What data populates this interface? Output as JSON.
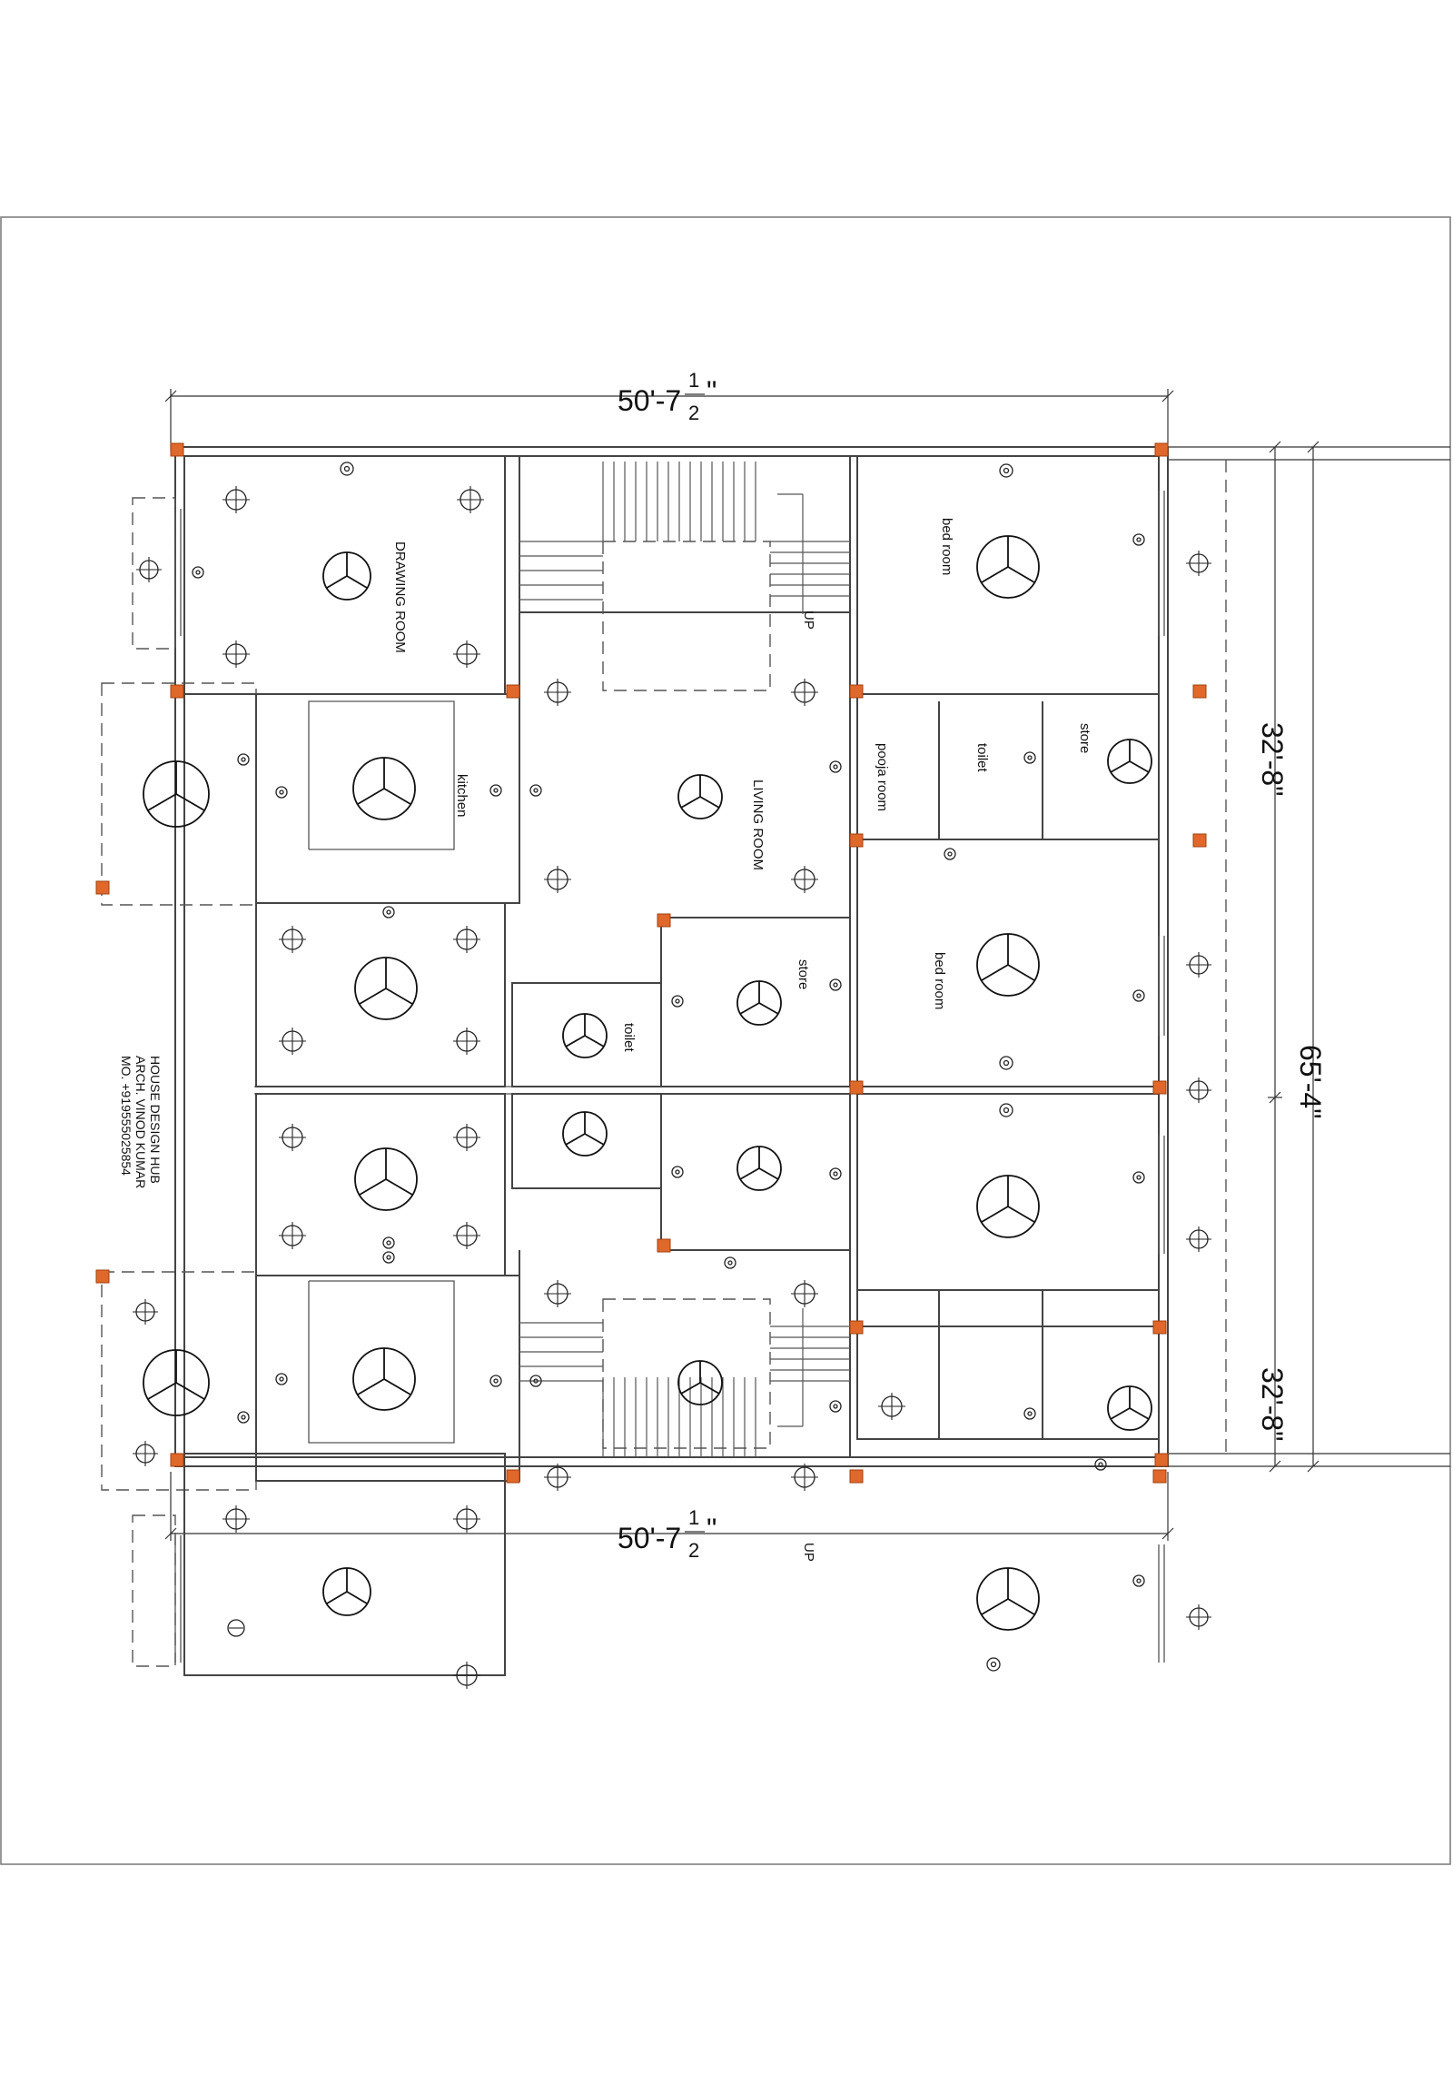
{
  "dimensions": {
    "top_width": {
      "main": "50'-7",
      "num": "1",
      "den": "2",
      "inch": "\""
    },
    "bottom_width": {
      "main": "50'-7",
      "num": "1",
      "den": "2",
      "inch": "\""
    },
    "right_total": "65'-4\"",
    "right_upper": "32'-8\"",
    "right_lower": "32'-8\""
  },
  "rooms": {
    "drawing_room": "DRAWING ROOM",
    "kitchen": "kitchen",
    "living_room": "LIVING ROOM",
    "pooja_room": "pooja room",
    "toilet_right": "toilet",
    "store_right": "store",
    "bed_room_top": "bed room",
    "bed_room_mid": "bed room",
    "store_center": "store",
    "toilet_center": "toilet",
    "stair_up_top": "UP",
    "stair_up_bottom": "UP"
  },
  "title_block": {
    "line1": "HOUSE DESIGN HUB",
    "line2": "ARCH. VINOD KUMAR",
    "line3": "MO. +919555025854"
  },
  "colors": {
    "column": "#e0682a",
    "wall": "#444444"
  }
}
